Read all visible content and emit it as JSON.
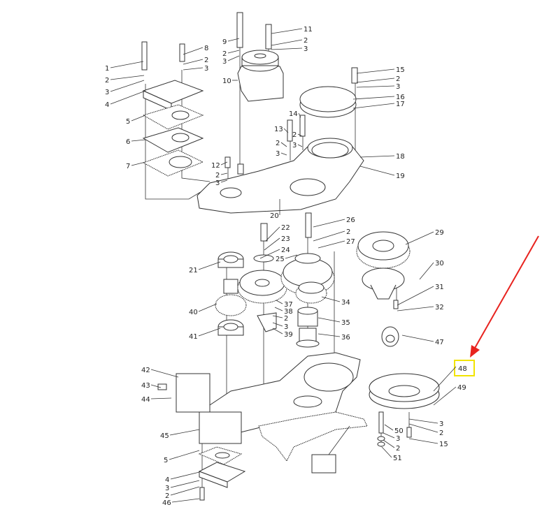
{
  "callouts": [
    "1",
    "2",
    "3",
    "4",
    "8",
    "2",
    "3",
    "5",
    "6",
    "7",
    "9",
    "2",
    "3",
    "10",
    "11",
    "2",
    "3",
    "15",
    "2",
    "3",
    "16",
    "17",
    "13",
    "14",
    "2",
    "3",
    "2",
    "3",
    "12",
    "2",
    "3",
    "18",
    "19",
    "20",
    "22",
    "23",
    "24",
    "25",
    "26",
    "2",
    "27",
    "29",
    "30",
    "31",
    "32",
    "21",
    "40",
    "41",
    "37",
    "38",
    "2",
    "3",
    "39",
    "34",
    "35",
    "36",
    "47",
    "42",
    "43",
    "44",
    "45",
    "5",
    "4",
    "3",
    "2",
    "46",
    "49",
    "3",
    "2",
    "15",
    "50",
    "3",
    "2",
    "51"
  ],
  "highlighted_callout": "48",
  "empty_label_box": "",
  "colors": {
    "highlight": "#f2e400",
    "arrow": "#e8231f",
    "line": "#333333"
  }
}
